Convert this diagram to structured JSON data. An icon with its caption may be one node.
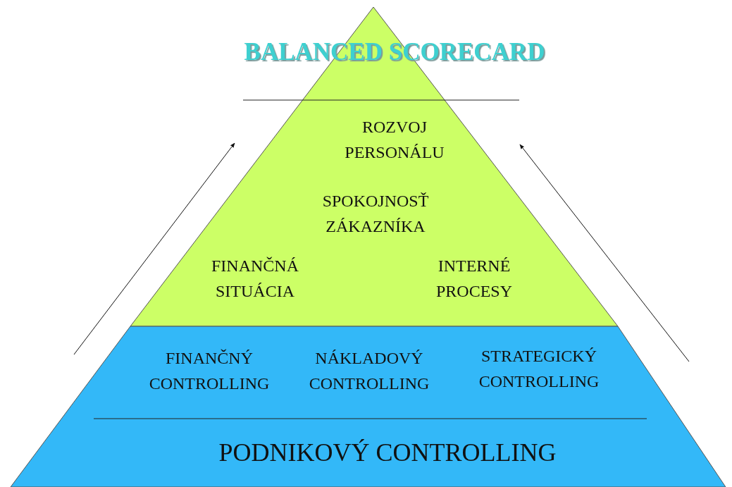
{
  "diagram": {
    "nodes": [
      {
        "text": [
          "BALANCED SCORECARD",
          "ROZVOJ PERSONÁLU",
          "SPOKOJNOSŤ ZÁKAZNÍKA",
          "FINANČNÁ SITUÁCIA",
          "INTERNÉ PROCESY"
        ]
      },
      {
        "text": [
          "FINANČNÝ CONTROLLING",
          "NÁKLADOVÝ CONTROLLING",
          "STRATEGICKÝ CONTROLLING",
          "PODNIKOVÝ CONTROLLING"
        ]
      }
    ]
  }
}
